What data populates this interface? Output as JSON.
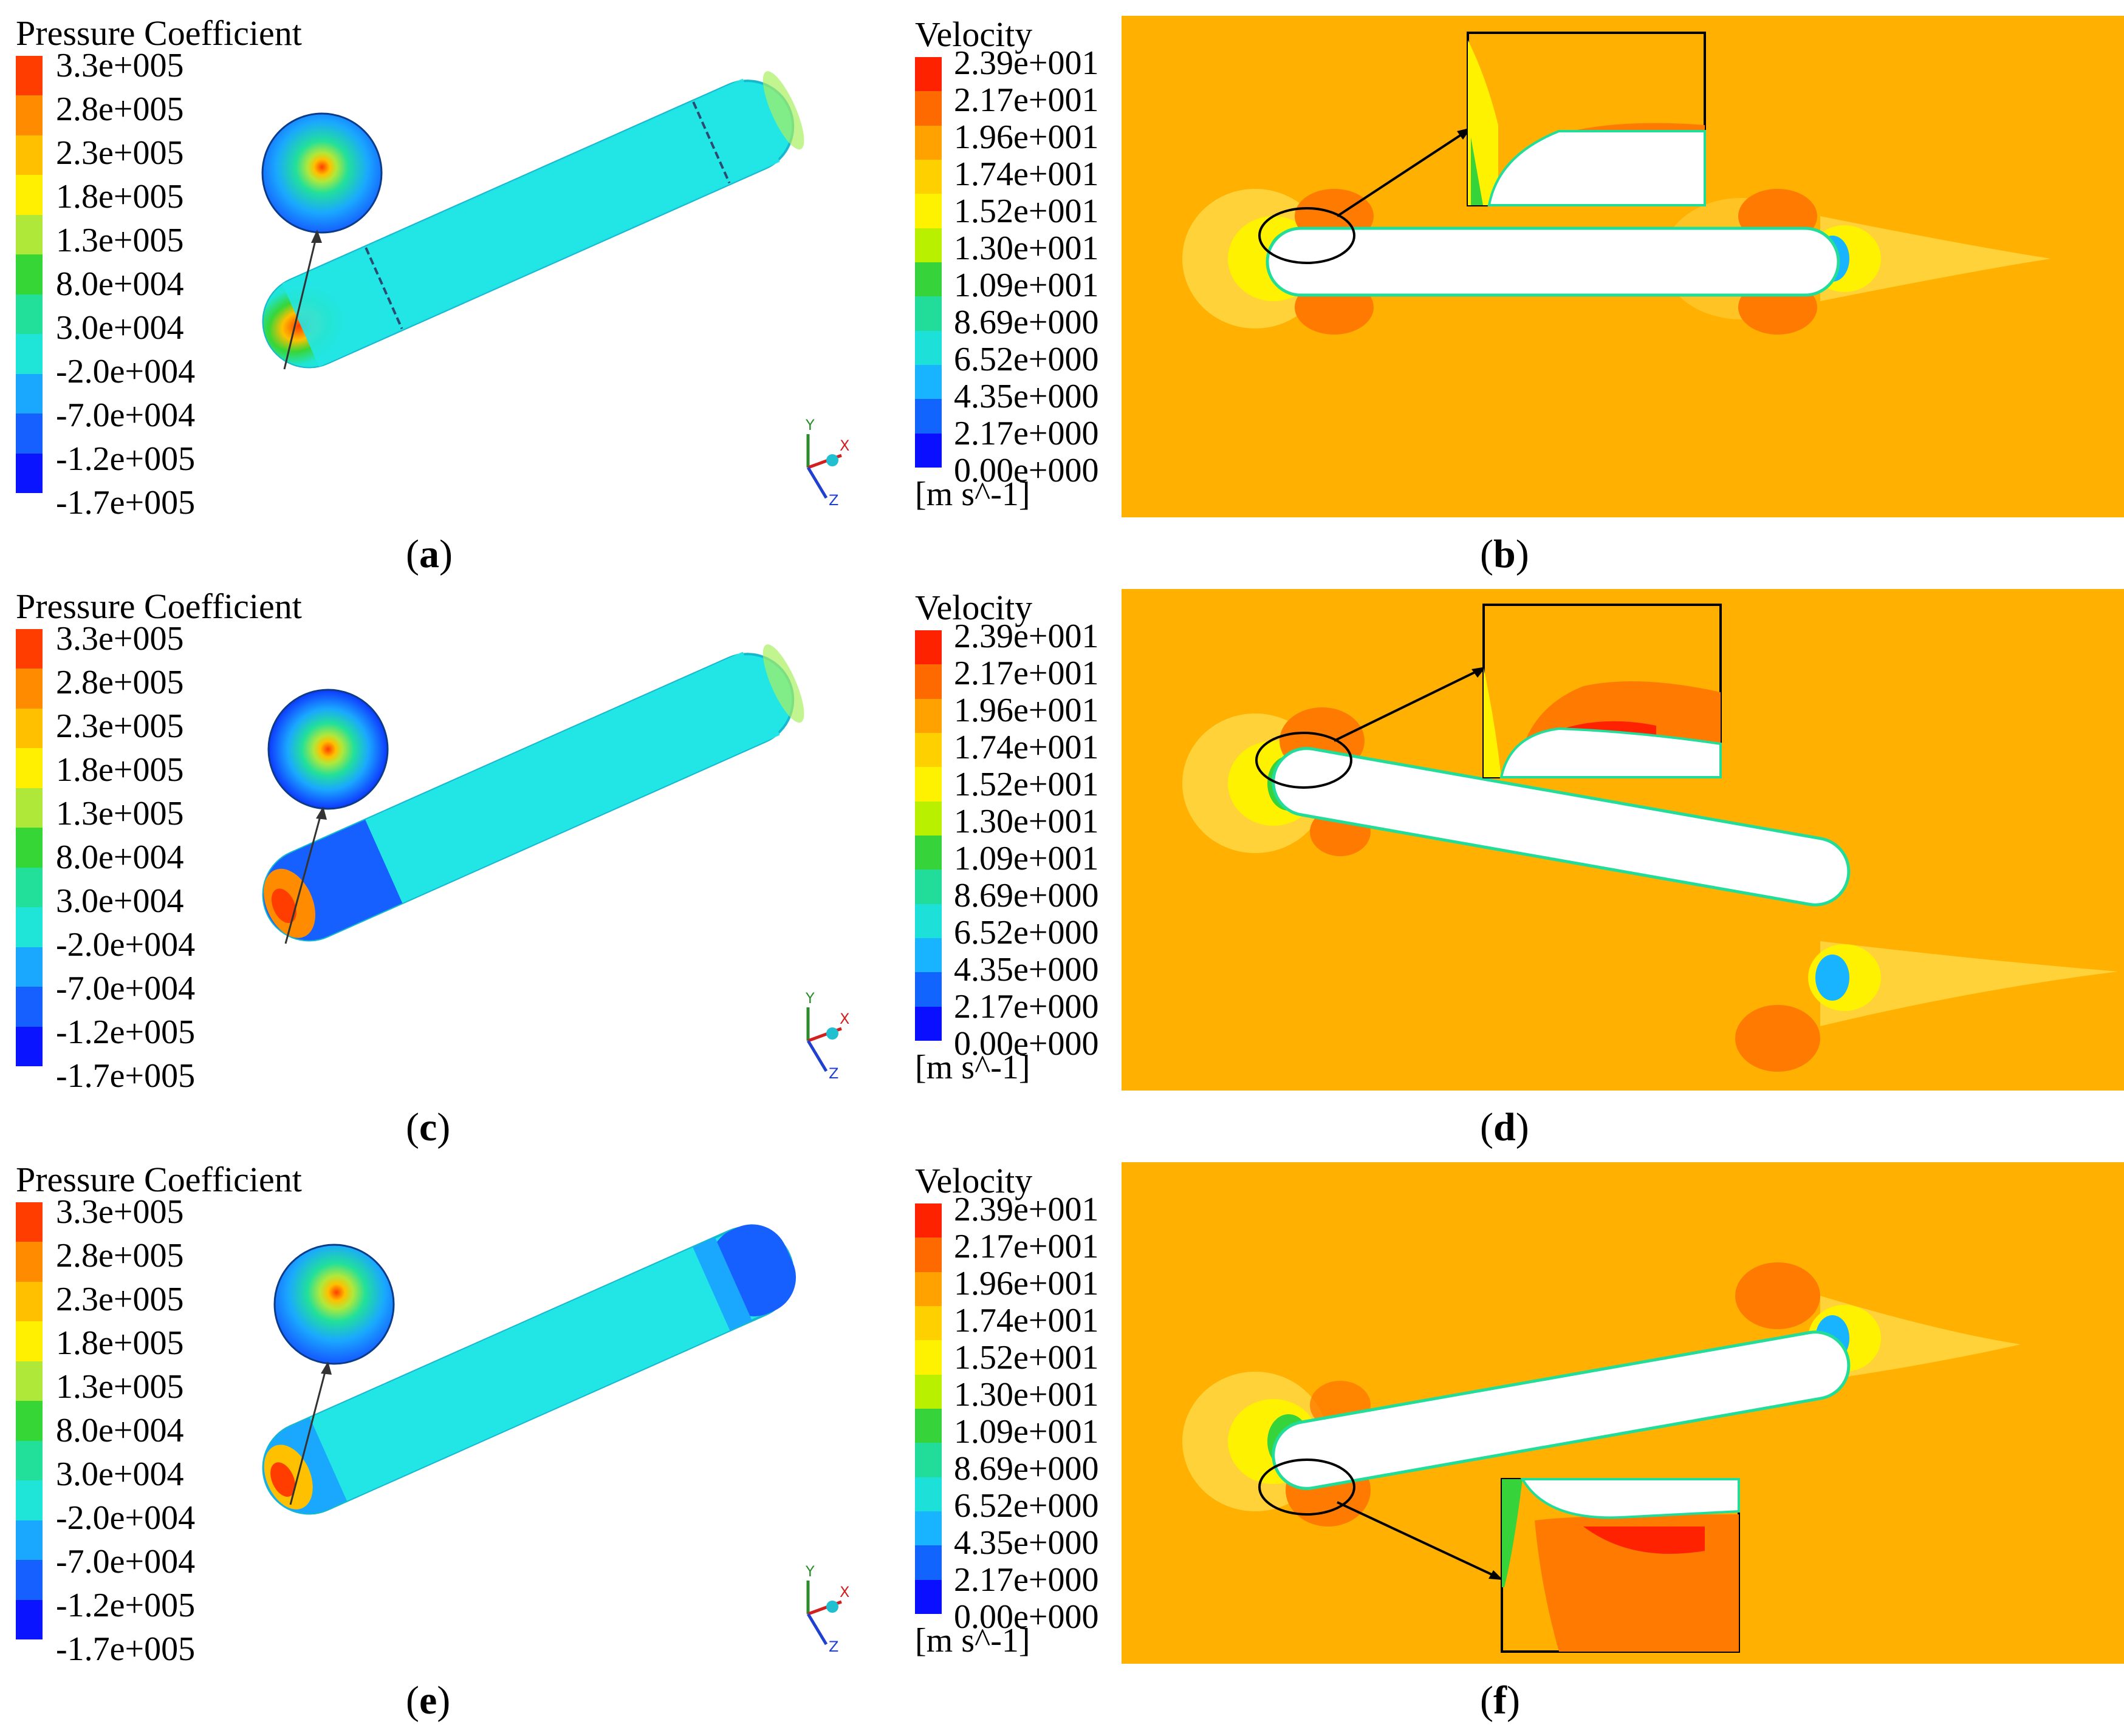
{
  "pressure_legend": {
    "title": "Pressure Coefficient",
    "labels": [
      "3.3e+005",
      "2.8e+005",
      "2.3e+005",
      "1.8e+005",
      "1.3e+005",
      "8.0e+004",
      "3.0e+004",
      "-2.0e+004",
      "-7.0e+004",
      "-1.2e+005",
      "-1.7e+005"
    ],
    "colors": [
      "#ff3d00",
      "#ff8c00",
      "#ffc000",
      "#ffef00",
      "#b0e83a",
      "#37d637",
      "#22e09a",
      "#1fe5d8",
      "#1aa8ff",
      "#1560ff",
      "#0a14ff"
    ]
  },
  "velocity_legend": {
    "title": "Velocity",
    "labels": [
      "2.39e+001",
      "2.17e+001",
      "1.96e+001",
      "1.74e+001",
      "1.52e+001",
      "1.30e+001",
      "1.09e+001",
      "8.69e+000",
      "6.52e+000",
      "4.35e+000",
      "2.17e+000",
      "0.00e+000"
    ],
    "units": "[m s^-1]",
    "colors": [
      "#ff2200",
      "#ff6a00",
      "#ffa200",
      "#ffd000",
      "#fff200",
      "#b8f000",
      "#36d33a",
      "#22dc9a",
      "#1de0d8",
      "#18b4ff",
      "#1264ff",
      "#0a10ff"
    ]
  },
  "axes": {
    "x": "X",
    "y": "Y",
    "z": "Z"
  },
  "panels": [
    {
      "id": "a",
      "letter": "a"
    },
    {
      "id": "b",
      "letter": "b"
    },
    {
      "id": "c",
      "letter": "c"
    },
    {
      "id": "d",
      "letter": "d"
    },
    {
      "id": "e",
      "letter": "e"
    },
    {
      "id": "f",
      "letter": "f"
    }
  ],
  "colors": {
    "background_field": "#ffb000",
    "body": "#22e6e6",
    "body_edge": "#14b8cf"
  }
}
